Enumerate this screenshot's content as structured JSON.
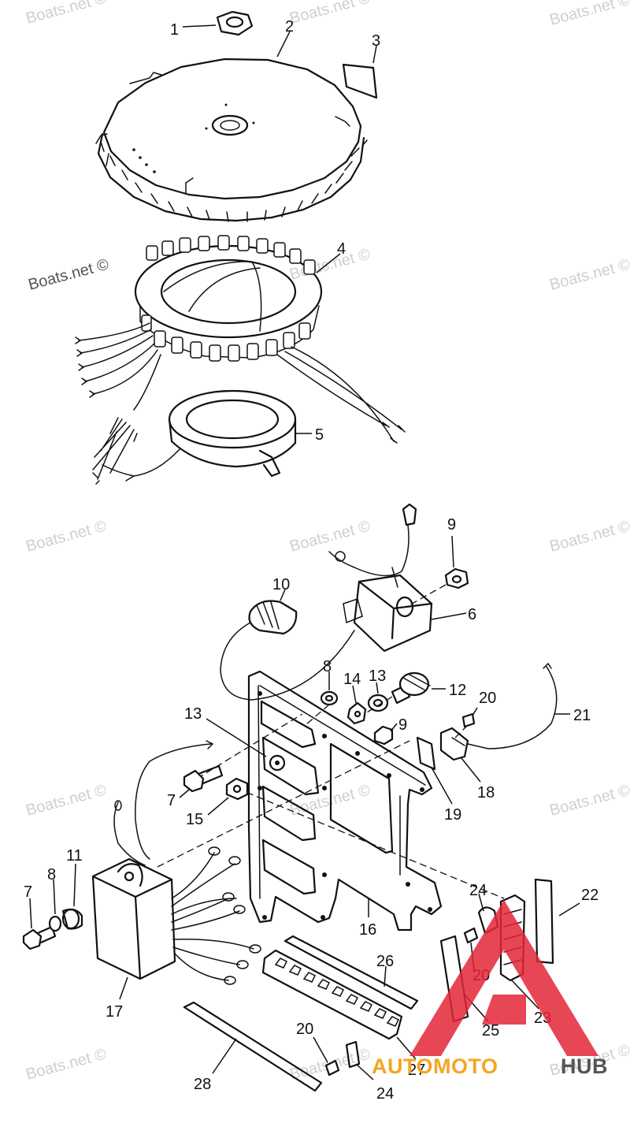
{
  "watermark": "Boats.net ©",
  "brand": {
    "part1": "AUTOMOTO",
    "part2": "HUB",
    "color1": "#f5a623",
    "color2": "#555555",
    "triangle": "#e32636"
  },
  "colors": {
    "line": "#111111",
    "background": "#ffffff",
    "watermark": "#cfcfcf"
  },
  "callouts": [
    "1",
    "2",
    "3",
    "4",
    "5",
    "6",
    "7",
    "8",
    "9",
    "10",
    "11",
    "12",
    "13",
    "14",
    "15",
    "16",
    "17",
    "18",
    "19",
    "20",
    "21",
    "22",
    "23",
    "24",
    "25",
    "26",
    "27",
    "28"
  ]
}
